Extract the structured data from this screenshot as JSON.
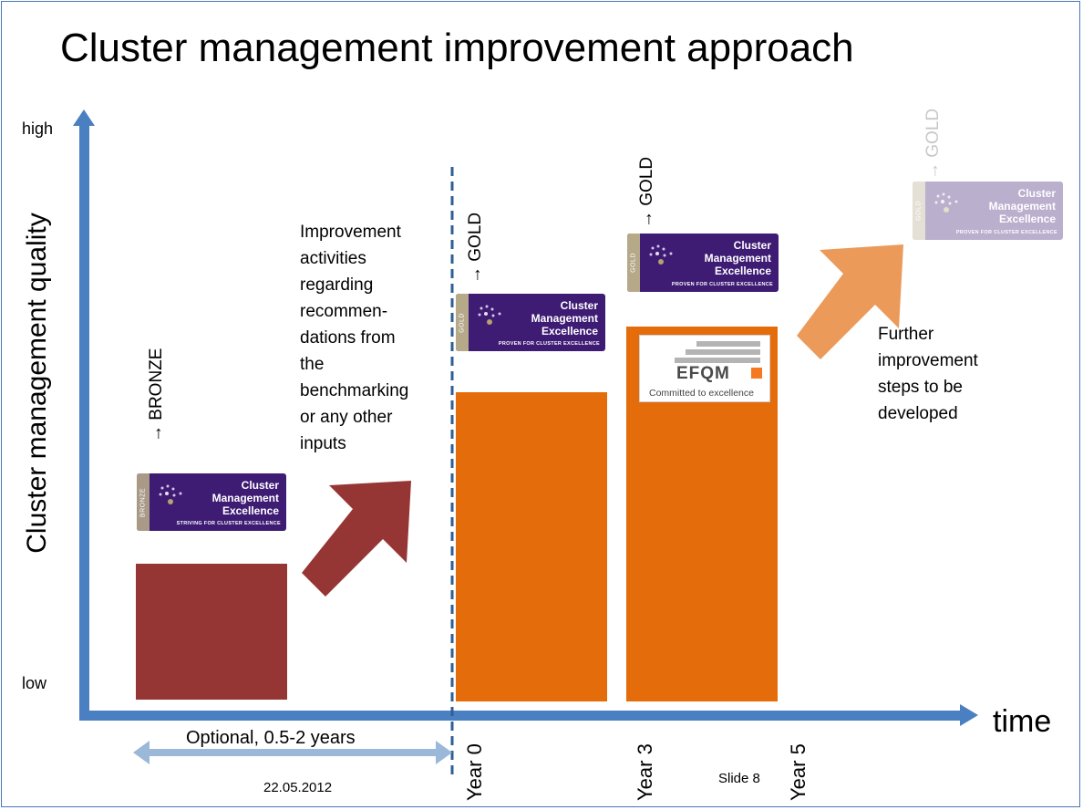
{
  "title": "Cluster management improvement approach",
  "axes": {
    "y_label": "Cluster management quality",
    "y_high": "high",
    "y_low": "low",
    "x_label": "time"
  },
  "timeline": {
    "optional": "Optional, 0.5-2 years",
    "year0": "Year 0",
    "year3": "Year 3",
    "year5": "Year 5"
  },
  "footer": {
    "date": "22.05.2012",
    "slide": "Slide  8"
  },
  "levels": {
    "bronze": "→ BRONZE",
    "gold_year0": "→ GOLD",
    "gold_year3": "→ GOLD",
    "gold_future": "→ GOLD"
  },
  "badge": {
    "line1": "Cluster",
    "line2": "Management",
    "line3": "Excellence",
    "bronze_strip": "BRONZE",
    "gold_strip": "GOLD",
    "bronze_tag": "STRIVING FOR CLUSTER EXCELLENCE",
    "gold_tag": "PROVEN FOR CLUSTER EXCELLENCE"
  },
  "notes": {
    "improvement": [
      "Improvement",
      "activities",
      "regarding",
      "recommen-",
      "dations from",
      "the",
      "benchmarking",
      "or any other",
      "inputs"
    ],
    "further": [
      "Further",
      "improvement",
      "steps to be",
      "developed"
    ]
  },
  "efqm": {
    "logo": "EFQM",
    "tagline": "Committed to excellence"
  },
  "colors": {
    "axis": "#4a7fc1",
    "bronze_bar": "#963634",
    "gold_bar": "#e46c0a",
    "future_arrow": "#eb9a5a",
    "badge_purple": "#3e1c74",
    "bronze_strip": "#a89a87",
    "gold_strip": "#b6a98a"
  }
}
